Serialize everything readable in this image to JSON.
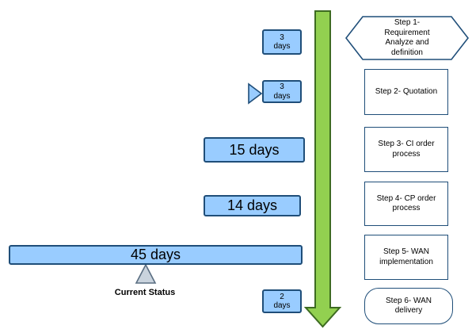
{
  "timeline": {
    "arrow_color": "#92d050",
    "box_fill": "#99ccff",
    "border_color": "#1f4e79"
  },
  "durations": [
    {
      "label": "3\ndays"
    },
    {
      "label": "3\ndays"
    },
    {
      "label": "15 days"
    },
    {
      "label": "14 days"
    },
    {
      "label": "45 days"
    },
    {
      "label": "2\ndays"
    }
  ],
  "steps": [
    {
      "label": "Step 1-\nRequirement\nAnalyze and\ndefinition",
      "shape": "hexagon"
    },
    {
      "label": "Step 2- Quotation",
      "shape": "rectangle"
    },
    {
      "label": "Step 3- CI order\nprocess",
      "shape": "rectangle"
    },
    {
      "label": "Step 4- CP  order\nprocess",
      "shape": "rectangle"
    },
    {
      "label": "Step 5- WAN\nimplementation",
      "shape": "rectangle"
    },
    {
      "label": "Step 6- WAN\ndelivery",
      "shape": "rounded-rectangle"
    }
  ],
  "status": {
    "label": "Current Status"
  }
}
